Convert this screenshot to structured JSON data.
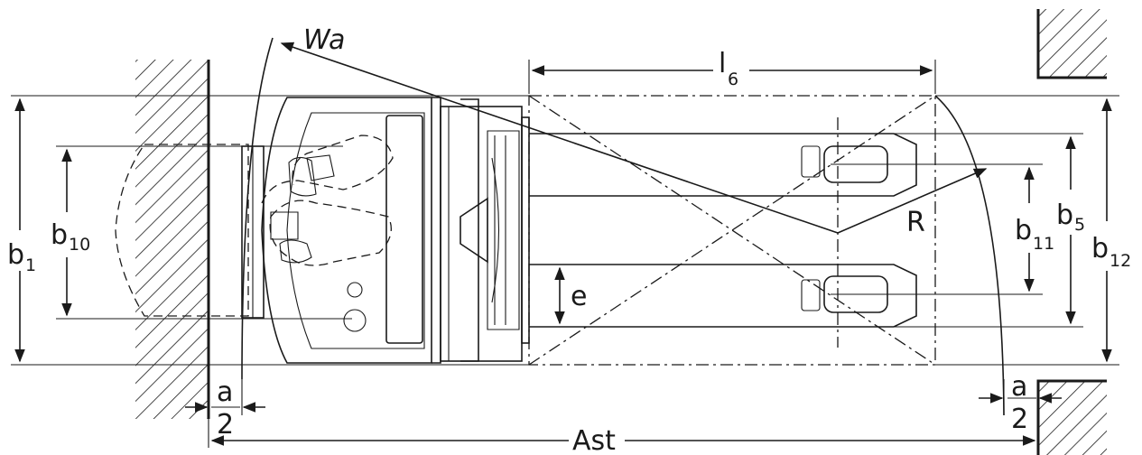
{
  "labels": {
    "wa": "Wa",
    "l": "l",
    "l_sub": "6",
    "b1": "b",
    "b1_sub": "1",
    "b10": "b",
    "b10_sub": "10",
    "b5": "b",
    "b5_sub": "5",
    "b11": "b",
    "b11_sub": "11",
    "b12": "b",
    "b12_sub": "12",
    "r": "R",
    "e": "e",
    "a_left_num": "a",
    "a_left_den": "2",
    "a_right_num": "a",
    "a_right_den": "2",
    "ast": "Ast"
  }
}
